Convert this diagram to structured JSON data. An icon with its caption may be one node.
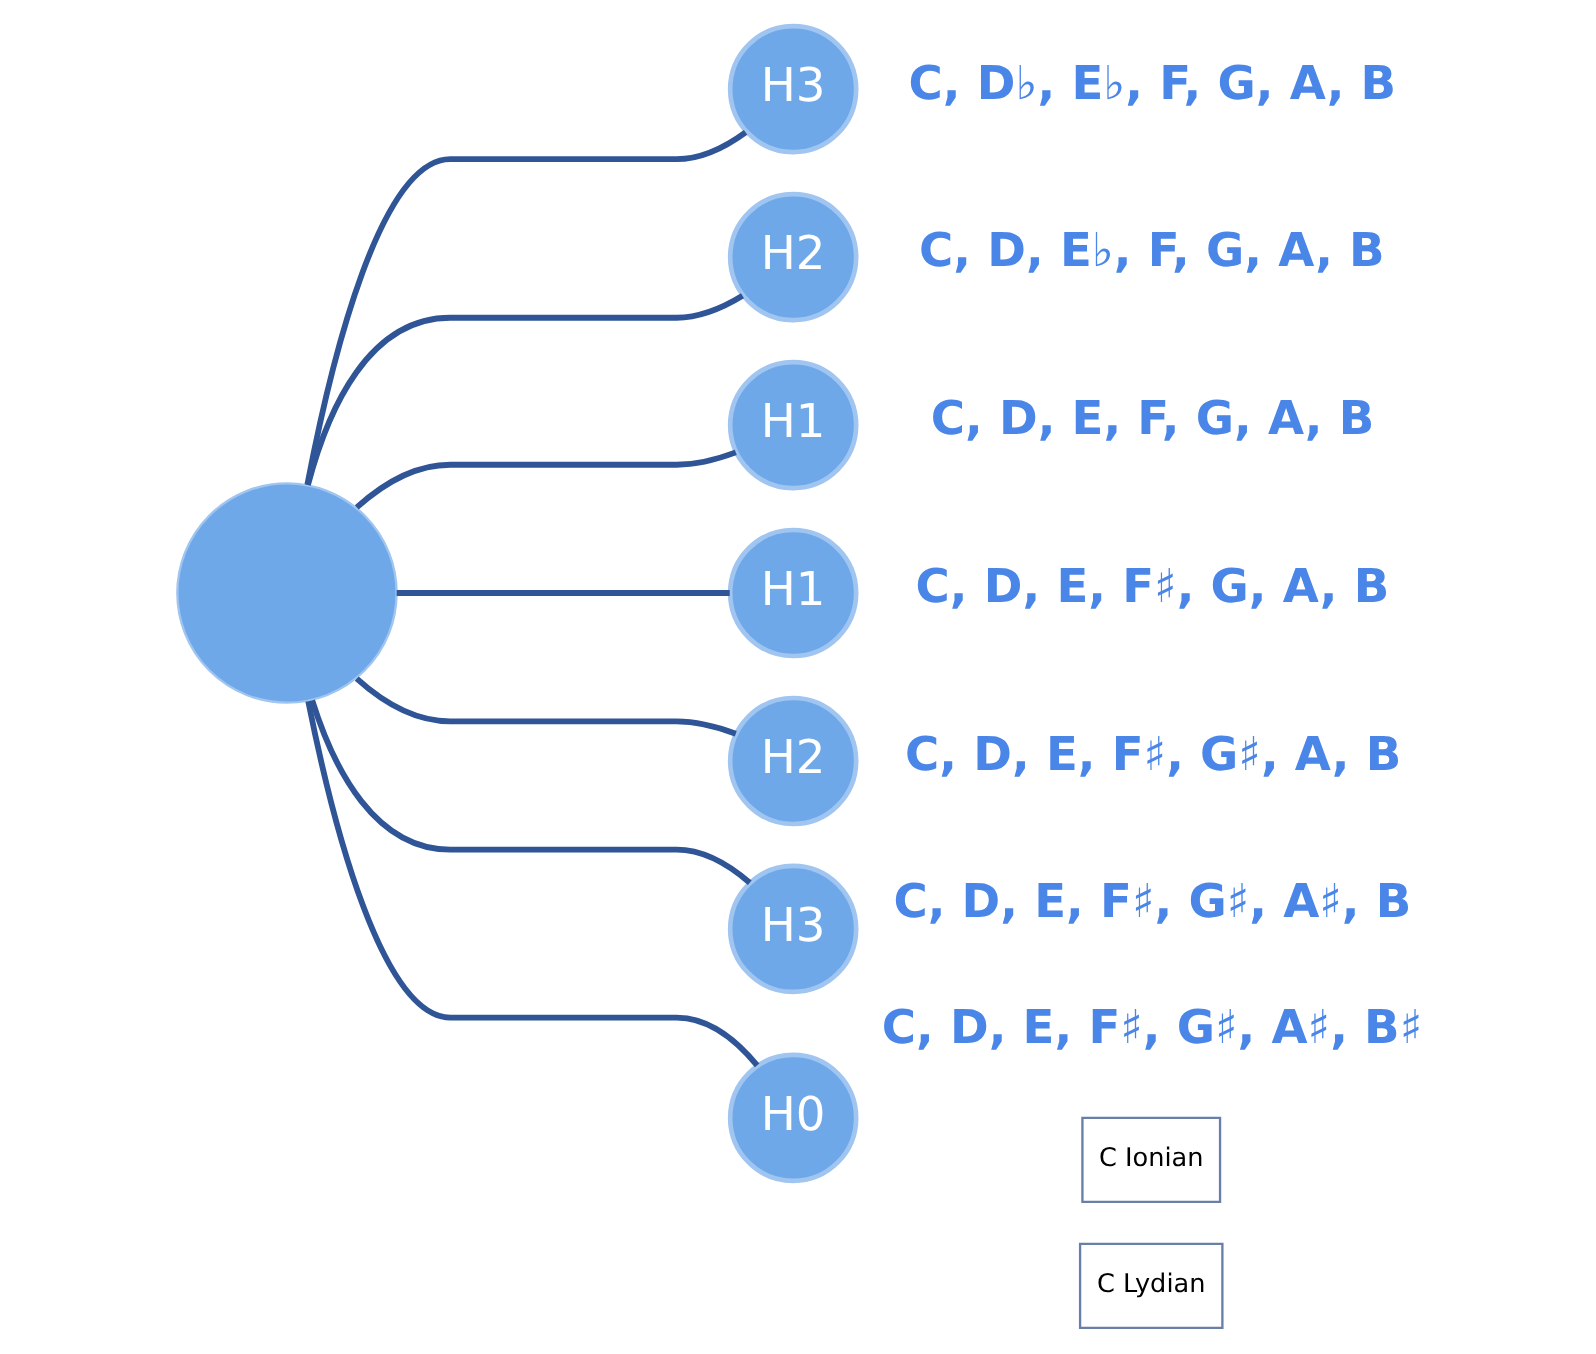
{
  "diagram": {
    "nodes": [
      {
        "text": [],
        "shape": "circle"
      },
      {
        "text": [
          "H3"
        ],
        "beside": [
          "C, D♭, E♭, F, G, A, B"
        ]
      },
      {
        "text": [
          "H2"
        ],
        "beside": [
          "C, D, E♭, F, G, A, B"
        ]
      },
      {
        "text": [
          "H1"
        ],
        "beside": [
          "C, D, E, F, G, A, B"
        ]
      },
      {
        "text": [
          "H1"
        ],
        "beside": [
          "C, D, E, F♯, G, A, B"
        ]
      },
      {
        "text": [
          "H2"
        ],
        "beside": [
          "C, D, E, F♯, G♯, A, B"
        ]
      },
      {
        "text": [
          "H3"
        ],
        "beside": [
          "C, D, E, F♯, G♯, A♯, B"
        ]
      },
      {
        "text": [
          "H0"
        ],
        "beside": [
          "C, D, E, F♯, G♯, A♯, B♯"
        ]
      },
      {
        "text": [
          "C Ionian"
        ]
      },
      {
        "text": [
          "C Lydian"
        ]
      }
    ],
    "edges": [
      {
        "from": 0,
        "to": 1,
        "arrow": "none"
      },
      {
        "from": 0,
        "to": 2,
        "arrow": "none"
      },
      {
        "from": 0,
        "to": 3,
        "arrow": "none"
      },
      {
        "from": 0,
        "to": 4,
        "arrow": "none"
      },
      {
        "from": 0,
        "to": 5,
        "arrow": "none"
      },
      {
        "from": 0,
        "to": 6,
        "arrow": "none"
      },
      {
        "from": 0,
        "to": 7,
        "arrow": "none"
      }
    ]
  }
}
